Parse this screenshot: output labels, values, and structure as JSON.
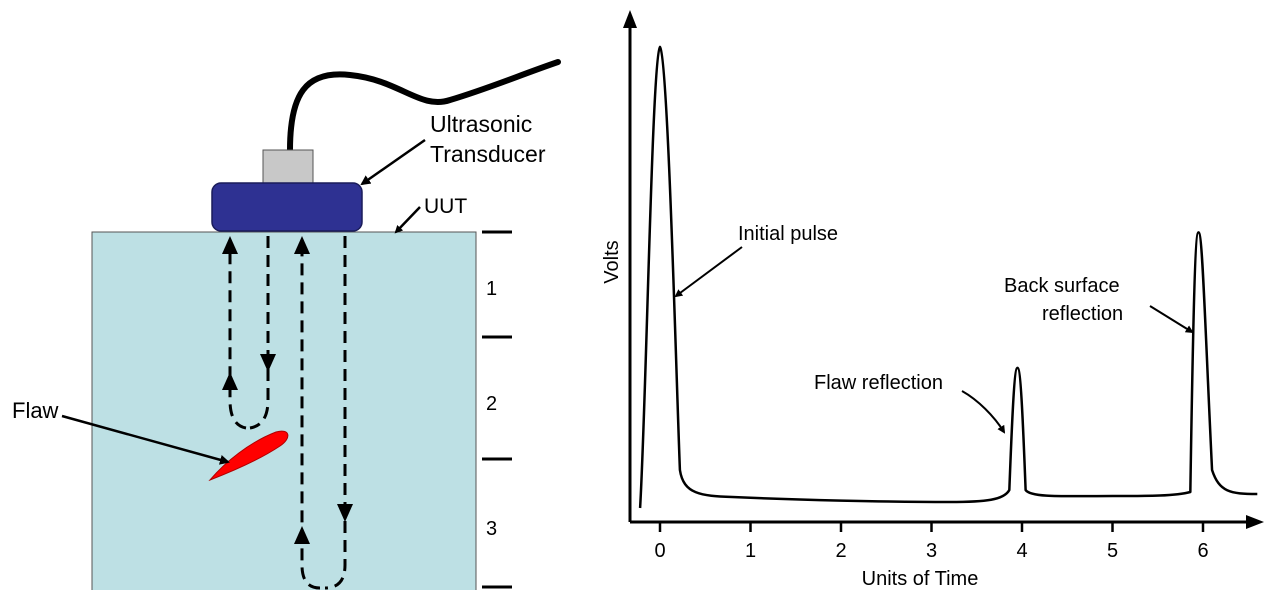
{
  "diagram": {
    "labels": {
      "transducer_line1": "Ultrasonic",
      "transducer_line2": "Transducer",
      "uut": "UUT",
      "flaw": "Flaw"
    },
    "depth_markers": [
      "1",
      "2",
      "3"
    ],
    "colors": {
      "specimen_fill": "#bde0e4",
      "transducer_body": "#2e3192",
      "transducer_cap": "#c8c8c8",
      "flaw": "#ff0000"
    }
  },
  "chart_data": {
    "type": "line",
    "xlabel": "Units of Time",
    "ylabel": "Volts",
    "x_ticks": [
      "0",
      "1",
      "2",
      "3",
      "4",
      "5",
      "6"
    ],
    "xlim": [
      -0.3,
      6.6
    ],
    "annotations": {
      "initial_pulse": "Initial pulse",
      "flaw_reflection": "Flaw reflection",
      "back_surface_line1": "Back surface",
      "back_surface_line2": "reflection"
    },
    "peaks": [
      {
        "x": 0,
        "relative_height": 1.0
      },
      {
        "x": 3.95,
        "relative_height": 0.29
      },
      {
        "x": 5.95,
        "relative_height": 0.59
      }
    ]
  }
}
